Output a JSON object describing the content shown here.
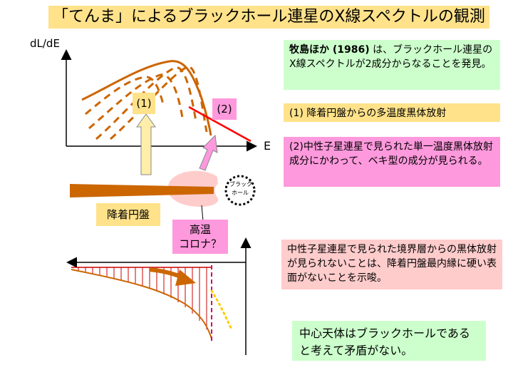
{
  "title": "「てんま」によるブラックホール連星のX線スペクトルの観測",
  "axis": {
    "y_label": "dL/dE",
    "x_label": "E"
  },
  "labels": {
    "component1": "(1)",
    "component2": "(2)",
    "disk": "降着円盤",
    "corona_line1": "高温",
    "corona_line2": "コロナ？",
    "bh_line1": "ブラック",
    "bh_line2": "ホール"
  },
  "boxes": {
    "discovery_bold": "牧島ほか (1986)",
    "discovery_text": " は、ブラックホール連星のX線スペクトルが2成分からなることを発見。",
    "component1": "(1) 降着円盤からの多温度黒体放射",
    "component2": "(2)中性子星連星で見られた単一温度黒体放射成分にかわって、ベキ型の成分が見られる。",
    "boundary": "中性子星連星で見られた境界層からの黒体放射が見られないことは、降着円盤最内縁に硬い表面がないことを示唆。",
    "conclusion": "中心天体はブラックホールであると考えて矛盾がない。"
  },
  "colors": {
    "title_bg": "#ffe28a",
    "green_box": "#ccffcc",
    "pink_box": "#ff99dd",
    "light_pink_box": "#ffcccc",
    "curve": "#cc6600",
    "red_line": "#ff0000",
    "dashed_line": "#cc0066",
    "yellow_dots": "#ffcc00",
    "disk": "#cc6600",
    "corona": "#ffcccc"
  }
}
